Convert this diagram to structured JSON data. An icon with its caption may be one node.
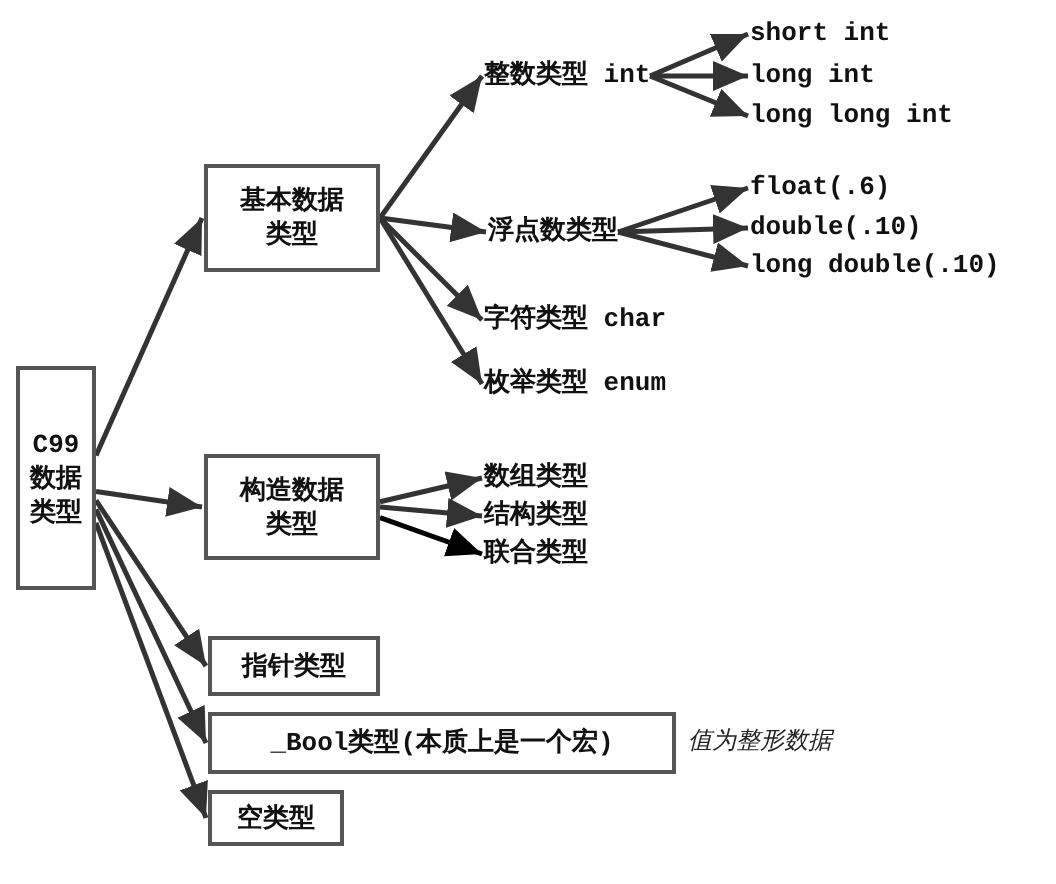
{
  "diagram": {
    "nodes": [
      {
        "text": [
          "C99数据类型"
        ]
      },
      {
        "text": [
          "基本数据类型"
        ]
      },
      {
        "text": [
          "整数类型 int"
        ]
      },
      {
        "text": [
          "short int"
        ]
      },
      {
        "text": [
          "long int"
        ]
      },
      {
        "text": [
          "long long int"
        ]
      },
      {
        "text": [
          "浮点数类型"
        ]
      },
      {
        "text": [
          "float(.6)"
        ]
      },
      {
        "text": [
          "double(.10)"
        ]
      },
      {
        "text": [
          "long double(.10)"
        ]
      },
      {
        "text": [
          "字符类型 char"
        ]
      },
      {
        "text": [
          "枚举类型 enum"
        ]
      },
      {
        "text": [
          "构造数据类型"
        ]
      },
      {
        "text": [
          "数组类型"
        ]
      },
      {
        "text": [
          "结构类型"
        ]
      },
      {
        "text": [
          "联合类型"
        ]
      },
      {
        "text": [
          "指针类型"
        ]
      },
      {
        "text": [
          "_Bool类型(本质上是一个宏)"
        ],
        "beside": [
          "值为整形数据"
        ]
      },
      {
        "text": [
          "空类型"
        ]
      }
    ],
    "edges": [
      {
        "from": 0,
        "to": 1,
        "arrow": "to"
      },
      {
        "from": 0,
        "to": 12,
        "arrow": "to"
      },
      {
        "from": 0,
        "to": 16,
        "arrow": "to"
      },
      {
        "from": 0,
        "to": 17,
        "arrow": "to"
      },
      {
        "from": 0,
        "to": 18,
        "arrow": "to"
      },
      {
        "from": 1,
        "to": 2,
        "arrow": "to"
      },
      {
        "from": 1,
        "to": 6,
        "arrow": "to"
      },
      {
        "from": 1,
        "to": 10,
        "arrow": "to"
      },
      {
        "from": 1,
        "to": 11,
        "arrow": "to"
      },
      {
        "from": 2,
        "to": 3,
        "arrow": "to"
      },
      {
        "from": 2,
        "to": 4,
        "arrow": "to"
      },
      {
        "from": 2,
        "to": 5,
        "arrow": "to"
      },
      {
        "from": 6,
        "to": 7,
        "arrow": "to"
      },
      {
        "from": 6,
        "to": 8,
        "arrow": "to"
      },
      {
        "from": 6,
        "to": 9,
        "arrow": "to"
      },
      {
        "from": 12,
        "to": 13,
        "arrow": "to"
      },
      {
        "from": 12,
        "to": 14,
        "arrow": "to"
      },
      {
        "from": 12,
        "to": 15,
        "arrow": "to",
        "color": "#000000"
      }
    ]
  }
}
